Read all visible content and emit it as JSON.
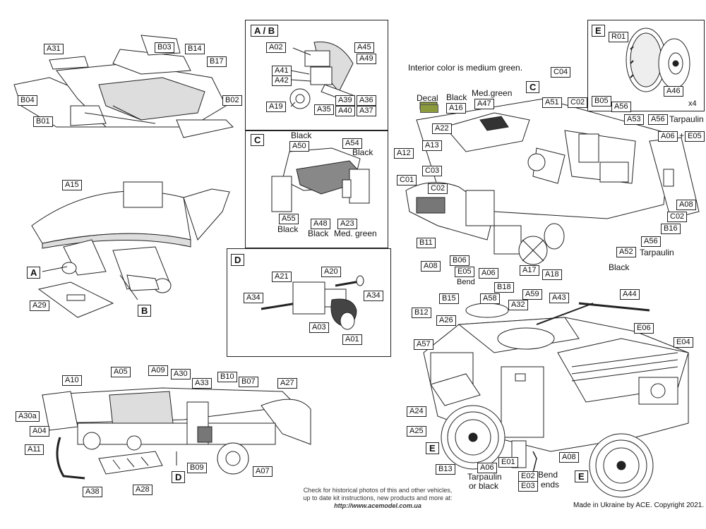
{
  "colors": {
    "line": "#222222",
    "paper": "#ffffff",
    "decal_green": "#8a9a3c"
  },
  "panels": {
    "ab": {
      "header": "A / B"
    },
    "c": {
      "header": "C"
    },
    "d": {
      "header": "D"
    },
    "e": {
      "header": "E",
      "qty": "x4"
    }
  },
  "notes": {
    "interior": "Interior color is medium green.",
    "decal": "Decal",
    "black": "Black",
    "med_green": "Med.green",
    "tarpaulin": "Tarpaulin",
    "tarpaulin_or_black_1": "Tarpaulin",
    "tarpaulin_or_black_2": "or black",
    "bend": "Bend",
    "bend_ends_1": "Bend",
    "bend_ends_2": "ends",
    "med_green_c": "Med. green",
    "plus": "+"
  },
  "footer": {
    "line1": "Check for historical photos of this and  other vehicles,",
    "line2": "up to date kit instructions, new products and more at:",
    "url": "http://www.acemodel.com.ua",
    "made": "Made in Ukraine by ACE. Copyright 2021."
  },
  "labels": {
    "tl": [
      "A31",
      "B03",
      "B14",
      "B17",
      "B04",
      "B02",
      "B01",
      "A15"
    ],
    "tl_big": [
      "A",
      "B"
    ],
    "tl_a29": "A29",
    "ab": [
      "A02",
      "A45",
      "A49",
      "A41",
      "A42",
      "A39",
      "A36",
      "A19",
      "A35",
      "A40",
      "A37"
    ],
    "c": [
      "A50",
      "A54",
      "A55",
      "A48",
      "A23"
    ],
    "d": [
      "A21",
      "A20",
      "A34",
      "A34",
      "A03",
      "A01"
    ],
    "e": [
      "R01",
      "A46"
    ],
    "interior": [
      "C04",
      "A16",
      "A47",
      "A51",
      "C02",
      "B05",
      "A56",
      "A53",
      "A56",
      "A06",
      "E05",
      "A22",
      "A13",
      "A12",
      "C03",
      "C01",
      "C02",
      "B11",
      "B06",
      "A08",
      "E05",
      "A06",
      "A17",
      "A18",
      "A52",
      "A56",
      "B16",
      "C02",
      "A08"
    ],
    "interior_big": [
      "C"
    ],
    "exterior": [
      "B18",
      "B15",
      "A58",
      "A32",
      "A59",
      "A43",
      "A44",
      "B12",
      "A26",
      "E06",
      "A57",
      "E04",
      "A24",
      "A25",
      "A08",
      "B13",
      "A06",
      "E01",
      "E02",
      "E03"
    ],
    "exterior_big": [
      "E",
      "E"
    ],
    "bottom": [
      "A10",
      "A05",
      "A09",
      "A30",
      "A33",
      "B10",
      "B07",
      "A27",
      "A30a",
      "A04",
      "A11",
      "A38",
      "A28",
      "B09",
      "A07"
    ],
    "bottom_big": [
      "D"
    ]
  }
}
